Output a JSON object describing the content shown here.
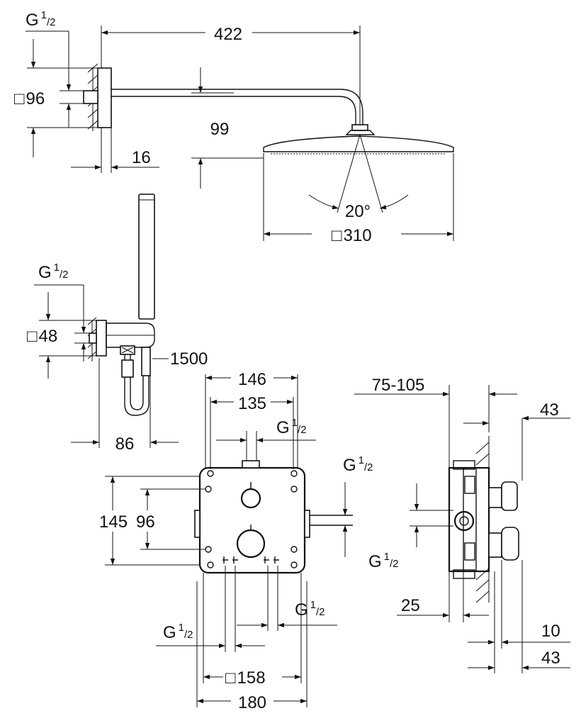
{
  "shower_head": {
    "arm_length": "422",
    "head_thickness": "99",
    "plate_depth": "16",
    "flange_size": "96",
    "thread_prefix": "G",
    "thread_num": "1",
    "thread_den": "/2",
    "angle": "20°",
    "head_size": "310",
    "square_symbol": "□"
  },
  "hand_shower": {
    "thread_prefix": "G",
    "thread_num": "1",
    "thread_den": "/2",
    "outlet_size": "48",
    "hose_length": "1500",
    "offset": "86"
  },
  "valve_front": {
    "width_outer": "146",
    "width_inner": "135",
    "height_outer": "145",
    "height_inner": "96",
    "top_thread": "G",
    "right_thread": "G",
    "bottom_right_thread": "G",
    "bottom_left_thread": "G",
    "thread_num": "1",
    "thread_den": "/2",
    "frame_inner": "158",
    "frame_outer": "180",
    "square_symbol": "□"
  },
  "valve_side": {
    "depth_range": "75-105",
    "right_top": "43",
    "thread_prefix": "G",
    "thread_num": "1",
    "thread_den": "/2",
    "left_bottom": "25",
    "right_10": "10",
    "right_bottom": "43"
  }
}
